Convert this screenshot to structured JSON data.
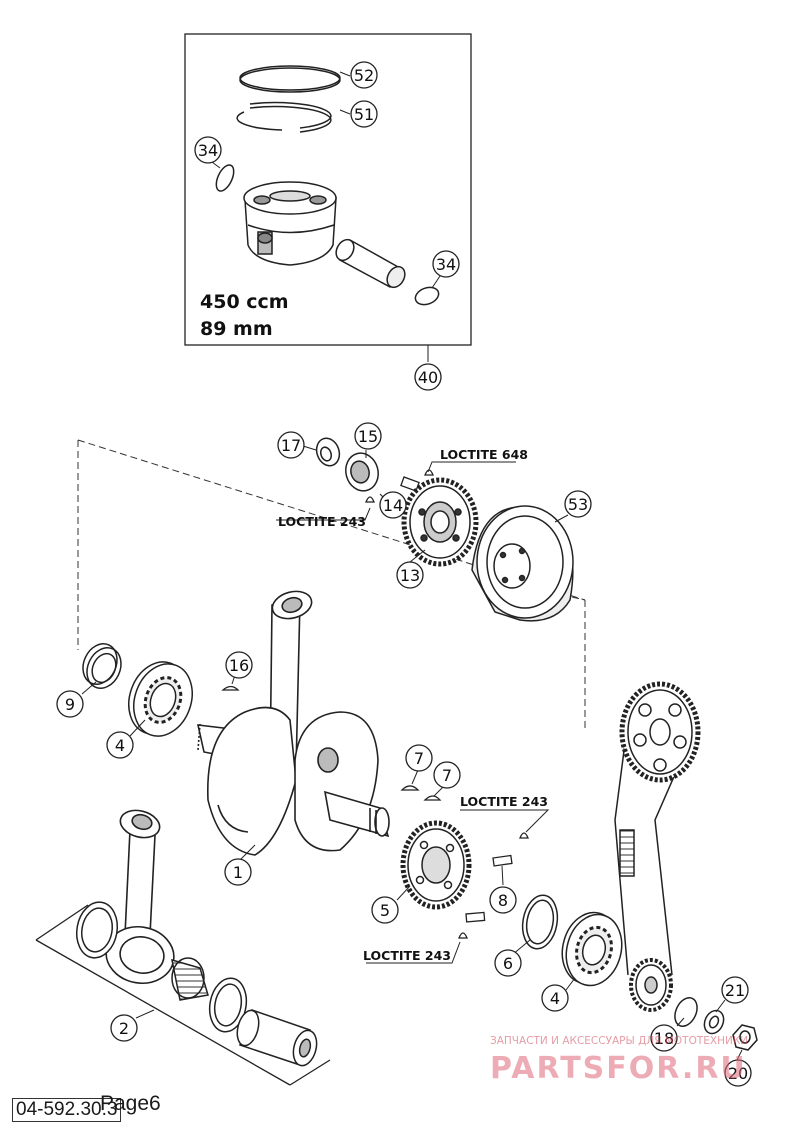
{
  "kit": {
    "displacement": "450 ccm",
    "bore": "89 mm"
  },
  "callouts": [
    "52",
    "51",
    "34",
    "34",
    "40",
    "17",
    "15",
    "14",
    "13",
    "53",
    "16",
    "9",
    "4",
    "7",
    "7",
    "1",
    "8",
    "5",
    "6",
    "4",
    "2",
    "21",
    "18",
    "20"
  ],
  "loctite": [
    "LOCTITE 648",
    "LOCTITE 243",
    "LOCTITE 243",
    "LOCTITE 243"
  ],
  "watermark": {
    "line1": "ЗАПЧАСТИ И АКСЕССУАРЫ ДЛЯ МОТОТЕХНИКИ",
    "brand": "PARTSFOR.RU"
  },
  "footer": {
    "doc_ref": "04-592.30.3",
    "page_label": "Page6"
  }
}
